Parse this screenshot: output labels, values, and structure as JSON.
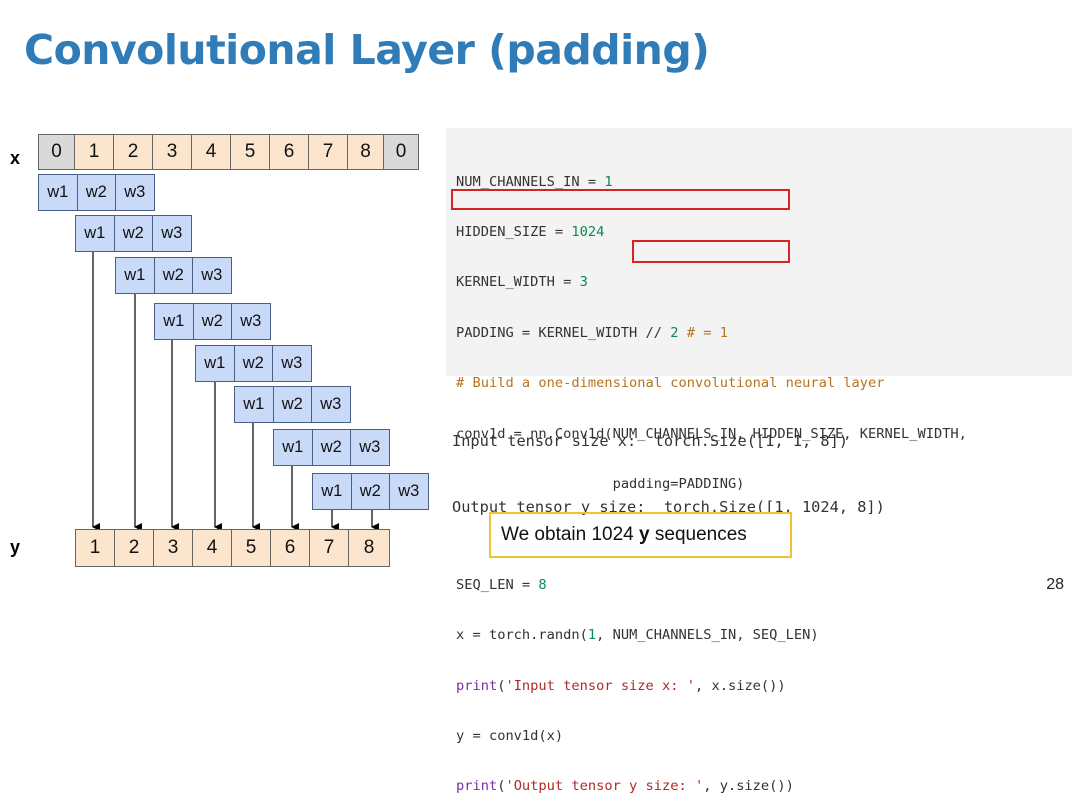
{
  "slide": {
    "title": "Convolutional Layer (padding)",
    "page_number": "28"
  },
  "diagram": {
    "x_label": "x",
    "y_label": "y",
    "x_cells": [
      "0",
      "1",
      "2",
      "3",
      "4",
      "5",
      "6",
      "7",
      "8",
      "0"
    ],
    "y_cells": [
      "1",
      "2",
      "3",
      "4",
      "5",
      "6",
      "7",
      "8"
    ],
    "kernel_weights": [
      "w1",
      "w2",
      "w3"
    ]
  },
  "code": {
    "line1_a": "NUM_CHANNELS_IN = ",
    "line1_b": "1",
    "line2_a": "HIDDEN_SIZE = ",
    "line2_b": "1024",
    "line3_a": "KERNEL_WIDTH = ",
    "line3_b": "3",
    "line4_a": "PADDING = KERNEL_WIDTH // ",
    "line4_b": "2",
    "line4_c": " # = 1",
    "line5": "# Build a one-dimensional convolutional neural layer",
    "line6": "conv1d = nn.Conv1d(NUM_CHANNELS_IN, HIDDEN_SIZE, KERNEL_WIDTH,",
    "line7_indent": "                   ",
    "line7": "padding=PADDING)",
    "line9_a": "SEQ_LEN = ",
    "line9_b": "8",
    "line10_a": "x = torch.randn(",
    "line10_b": "1",
    "line10_c": ", NUM_CHANNELS_IN, SEQ_LEN)",
    "line11_fn": "print",
    "line11_a": "(",
    "line11_str": "'Input tensor size x: '",
    "line11_b": ", x.size())",
    "line12": "y = conv1d(x)",
    "line13_fn": "print",
    "line13_a": "(",
    "line13_str": "'Output tensor y size: '",
    "line13_b": ", y.size())"
  },
  "output": {
    "line1": "Input tensor size x:  torch.Size([1, 1, 8])",
    "line2": "Output tensor y size:  torch.Size([1, 1024, 8])"
  },
  "note": {
    "prefix": "We obtain 1024 ",
    "bold": "y",
    "suffix": " sequences"
  },
  "colors": {
    "title": "#2f7cb8",
    "kernel_fill": "#c9daf8",
    "cell_fill": "#fce5cd",
    "pad_fill": "#d9d9d9",
    "highlight_box": "#d62424",
    "note_border": "#f1c232"
  }
}
